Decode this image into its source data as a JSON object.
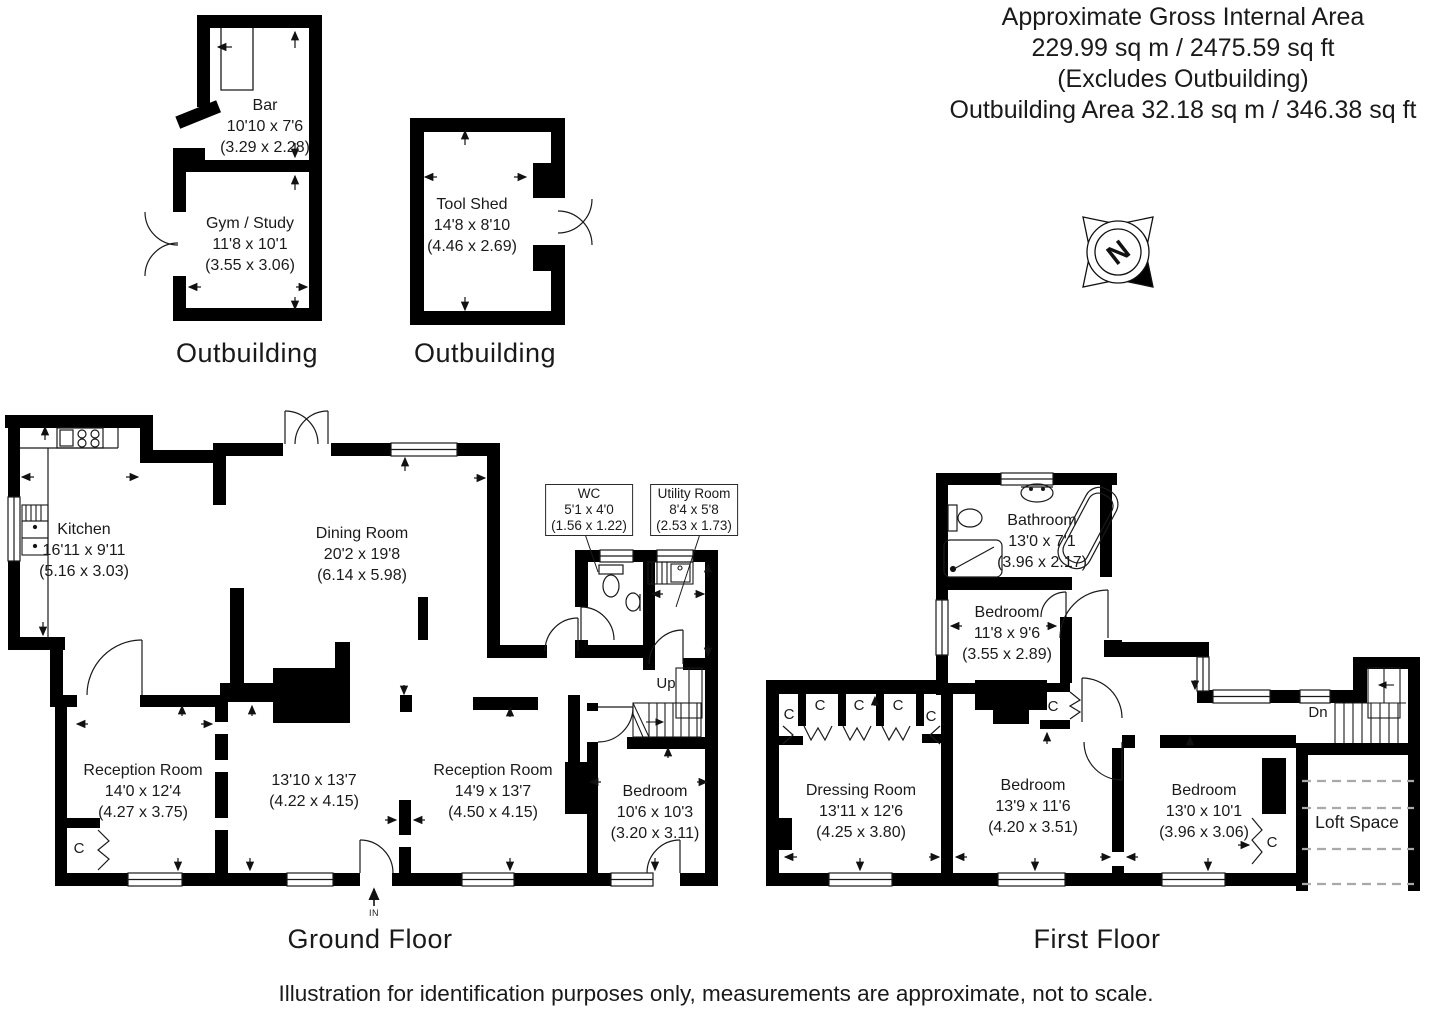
{
  "header": {
    "line1": "Approximate Gross Internal Area",
    "line2": "229.99 sq m / 2475.59 sq ft",
    "line3": "(Excludes Outbuilding)",
    "line4": "Outbuilding Area 32.18 sq m / 346.38 sq ft"
  },
  "compass": {
    "north": "N"
  },
  "outbuilding_left": {
    "caption": "Outbuilding",
    "bar": {
      "name": "Bar",
      "imperial": "10'10 x 7'6",
      "metric": "(3.29 x 2.28)"
    },
    "gym": {
      "name": "Gym / Study",
      "imperial": "11'8 x 10'1",
      "metric": "(3.55 x 3.06)"
    }
  },
  "outbuilding_right": {
    "caption": "Outbuilding",
    "tool_shed": {
      "name": "Tool Shed",
      "imperial": "14'8 x 8'10",
      "metric": "(4.46 x 2.69)"
    }
  },
  "ground_floor": {
    "caption": "Ground Floor",
    "kitchen": {
      "name": "Kitchen",
      "imperial": "16'11 x 9'11",
      "metric": "(5.16 x 3.03)"
    },
    "dining": {
      "name": "Dining Room",
      "imperial": "20'2 x 19'8",
      "metric": "(6.14 x 5.98)"
    },
    "wc": {
      "name": "WC",
      "imperial": "5'1 x 4'0",
      "metric": "(1.56 x 1.22)"
    },
    "utility": {
      "name": "Utility Room",
      "imperial": "8'4 x 5'8",
      "metric": "(2.53 x 1.73)"
    },
    "reception1": {
      "name": "Reception Room",
      "imperial": "14'0 x 12'4",
      "metric": "(4.27 x 3.75)"
    },
    "family": {
      "imperial": "13'10 x 13'7",
      "metric": "(4.22 x 4.15)"
    },
    "reception2": {
      "name": "Reception Room",
      "imperial": "14'9 x 13'7",
      "metric": "(4.50 x 4.15)"
    },
    "bedroom": {
      "name": "Bedroom",
      "imperial": "10'6 x 10'3",
      "metric": "(3.20 x 3.11)"
    },
    "up_label": "Up",
    "closet_label": "C",
    "entrance_label": "IN"
  },
  "first_floor": {
    "caption": "First Floor",
    "bathroom": {
      "name": "Bathroom",
      "imperial": "13'0 x 7'1",
      "metric": "(3.96 x 2.17)"
    },
    "bedroom1": {
      "name": "Bedroom",
      "imperial": "11'8 x 9'6",
      "metric": "(3.55 x 2.89)"
    },
    "dressing": {
      "name": "Dressing Room",
      "imperial": "13'11 x 12'6",
      "metric": "(4.25 x 3.80)"
    },
    "bedroom2": {
      "name": "Bedroom",
      "imperial": "13'9 x 11'6",
      "metric": "(4.20 x 3.51)"
    },
    "bedroom3": {
      "name": "Bedroom",
      "imperial": "13'0 x 10'1",
      "metric": "(3.96 x 3.06)"
    },
    "loft": "Loft Space",
    "down_label": "Dn",
    "closet_label": "C"
  },
  "footer": {
    "disclaimer": "Illustration for identification purposes only, measurements are approximate, not to scale."
  }
}
